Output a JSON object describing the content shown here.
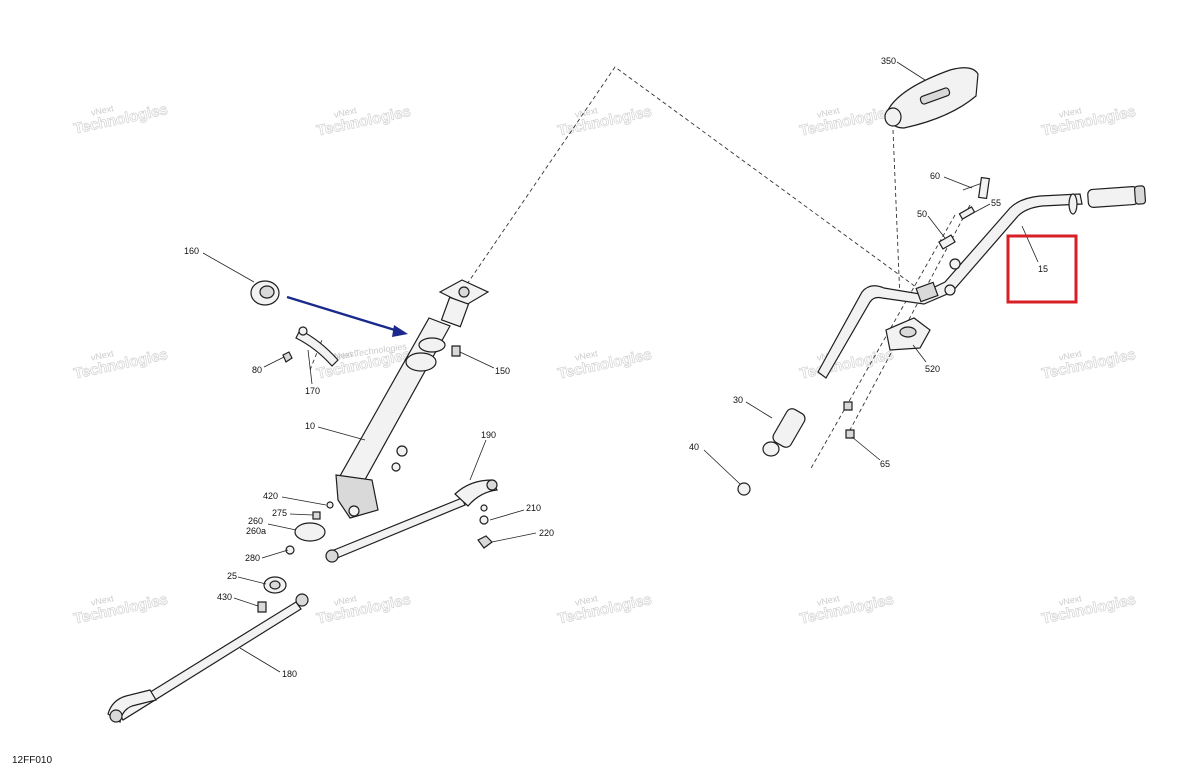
{
  "figure_code": "12FF010",
  "watermark": {
    "line1": "vNext",
    "line2": "Technologies",
    "line3": "vNext Technologies"
  },
  "callouts": [
    "350",
    "60",
    "55",
    "50",
    "15",
    "520",
    "30",
    "65",
    "40",
    "160",
    "80",
    "170",
    "150",
    "10",
    "190",
    "420",
    "275",
    "260",
    "260a",
    "210",
    "220",
    "280",
    "25",
    "430",
    "180"
  ],
  "highlight_color": "#d81f26",
  "arrow_color": "#1a2a8c"
}
